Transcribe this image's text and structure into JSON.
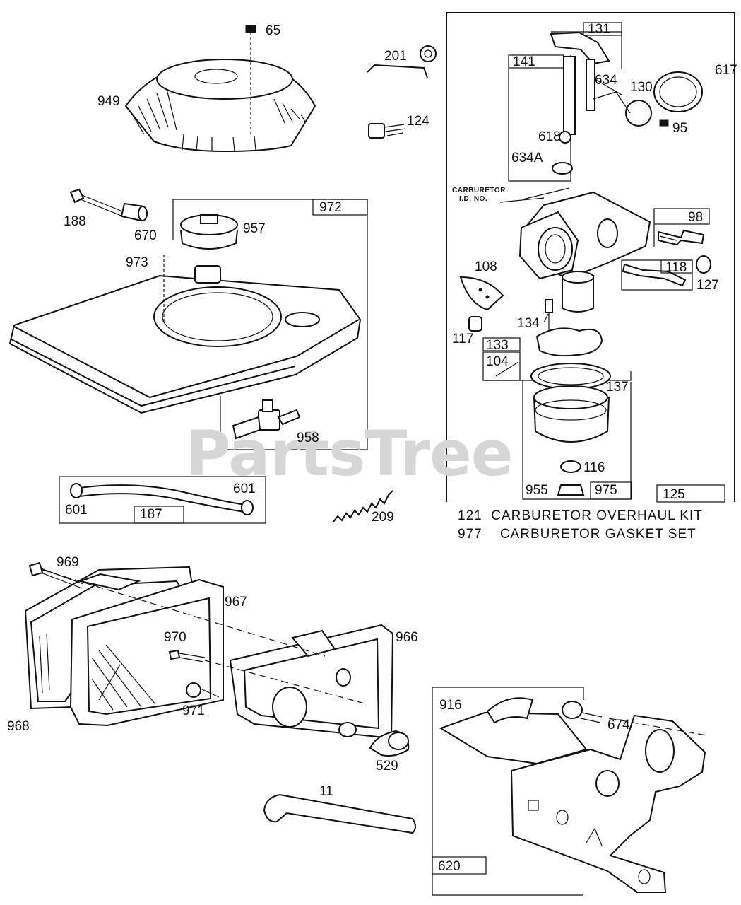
{
  "watermark": "PartsTree",
  "callouts": {
    "c65": "65",
    "c949": "949",
    "c201": "201",
    "c124": "124",
    "c188": "188",
    "c670": "670",
    "c972": "972",
    "c957": "957",
    "c973": "973",
    "c958": "958",
    "c601a": "601",
    "c601b": "601",
    "c187": "187",
    "c209": "209",
    "c131": "131",
    "c141": "141",
    "c634": "634",
    "c130": "130",
    "c617": "617",
    "c95": "95",
    "c618": "618",
    "c634a": "634A",
    "c98": "98",
    "c108": "108",
    "c118": "118",
    "c127": "127",
    "c134": "134",
    "c117": "117",
    "c133": "133",
    "c104": "104",
    "c137": "137",
    "c116": "116",
    "c955": "955",
    "c975": "975",
    "c125": "125",
    "c969": "969",
    "c967": "967",
    "c970": "970",
    "c966": "966",
    "c971": "971",
    "c968": "968",
    "c529": "529",
    "c11": "11",
    "c916": "916",
    "c674": "674",
    "c620": "620"
  },
  "carb_id_note": {
    "line1": "CARBURETOR",
    "line2": "I.D. NO."
  },
  "kits": [
    {
      "number": "121",
      "name": "CARBURETOR OVERHAUL KIT"
    },
    {
      "number": "977",
      "name": "CARBURETOR GASKET SET"
    }
  ]
}
